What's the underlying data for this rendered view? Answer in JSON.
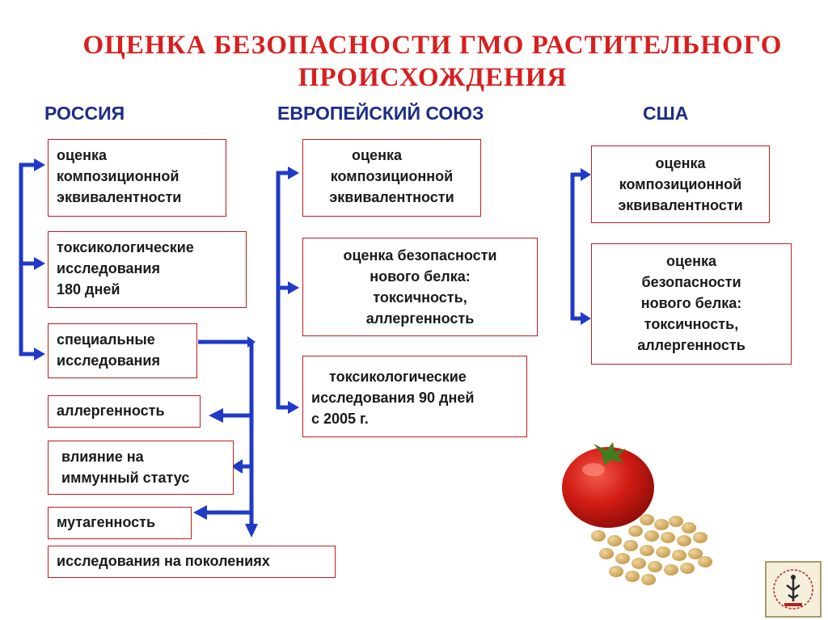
{
  "title": {
    "line1": "ОЦЕНКА   БЕЗОПАСНОСТИ  ГМО   РАСТИТЕЛЬНОГО",
    "line2": "ПРОИСХОЖДЕНИЯ"
  },
  "columns": {
    "russia": "РОССИЯ",
    "eu": "ЕВРОПЕЙСКИЙ  СОЮЗ",
    "usa": "США"
  },
  "russia": {
    "box1": [
      "оценка",
      "композиционной",
      "эквивалентности"
    ],
    "box2": [
      "токсикологические",
      "исследования",
      "180 дней"
    ],
    "box3": [
      "специальные",
      "исследования"
    ],
    "box4": [
      "аллергенность"
    ],
    "box5": [
      "влияние на",
      "иммунный статус"
    ],
    "box6": [
      "мутагенность"
    ],
    "box7": [
      "исследования на поколениях"
    ]
  },
  "eu": {
    "box1": [
      "оценка",
      "композиционной",
      "эквивалентности"
    ],
    "box2": [
      "оценка  безопасности",
      "нового белка:",
      "токсичность,",
      "аллергенность"
    ],
    "box3": [
      "токсикологические",
      "исследования 90 дней",
      "с 2005 г."
    ]
  },
  "usa": {
    "box1": [
      "оценка",
      "композиционной",
      "эквивалентности"
    ],
    "box2": [
      "оценка",
      "безопасности",
      "нового белка:",
      "токсичность,",
      "аллергенность"
    ]
  },
  "colors": {
    "title": "#d91e1e",
    "header": "#1c2c86",
    "box_border": "#c01c1c",
    "arrow": "#1f3ac9"
  },
  "illustration": {
    "image": "tomato-and-soybeans",
    "logo": "institute-logo"
  }
}
